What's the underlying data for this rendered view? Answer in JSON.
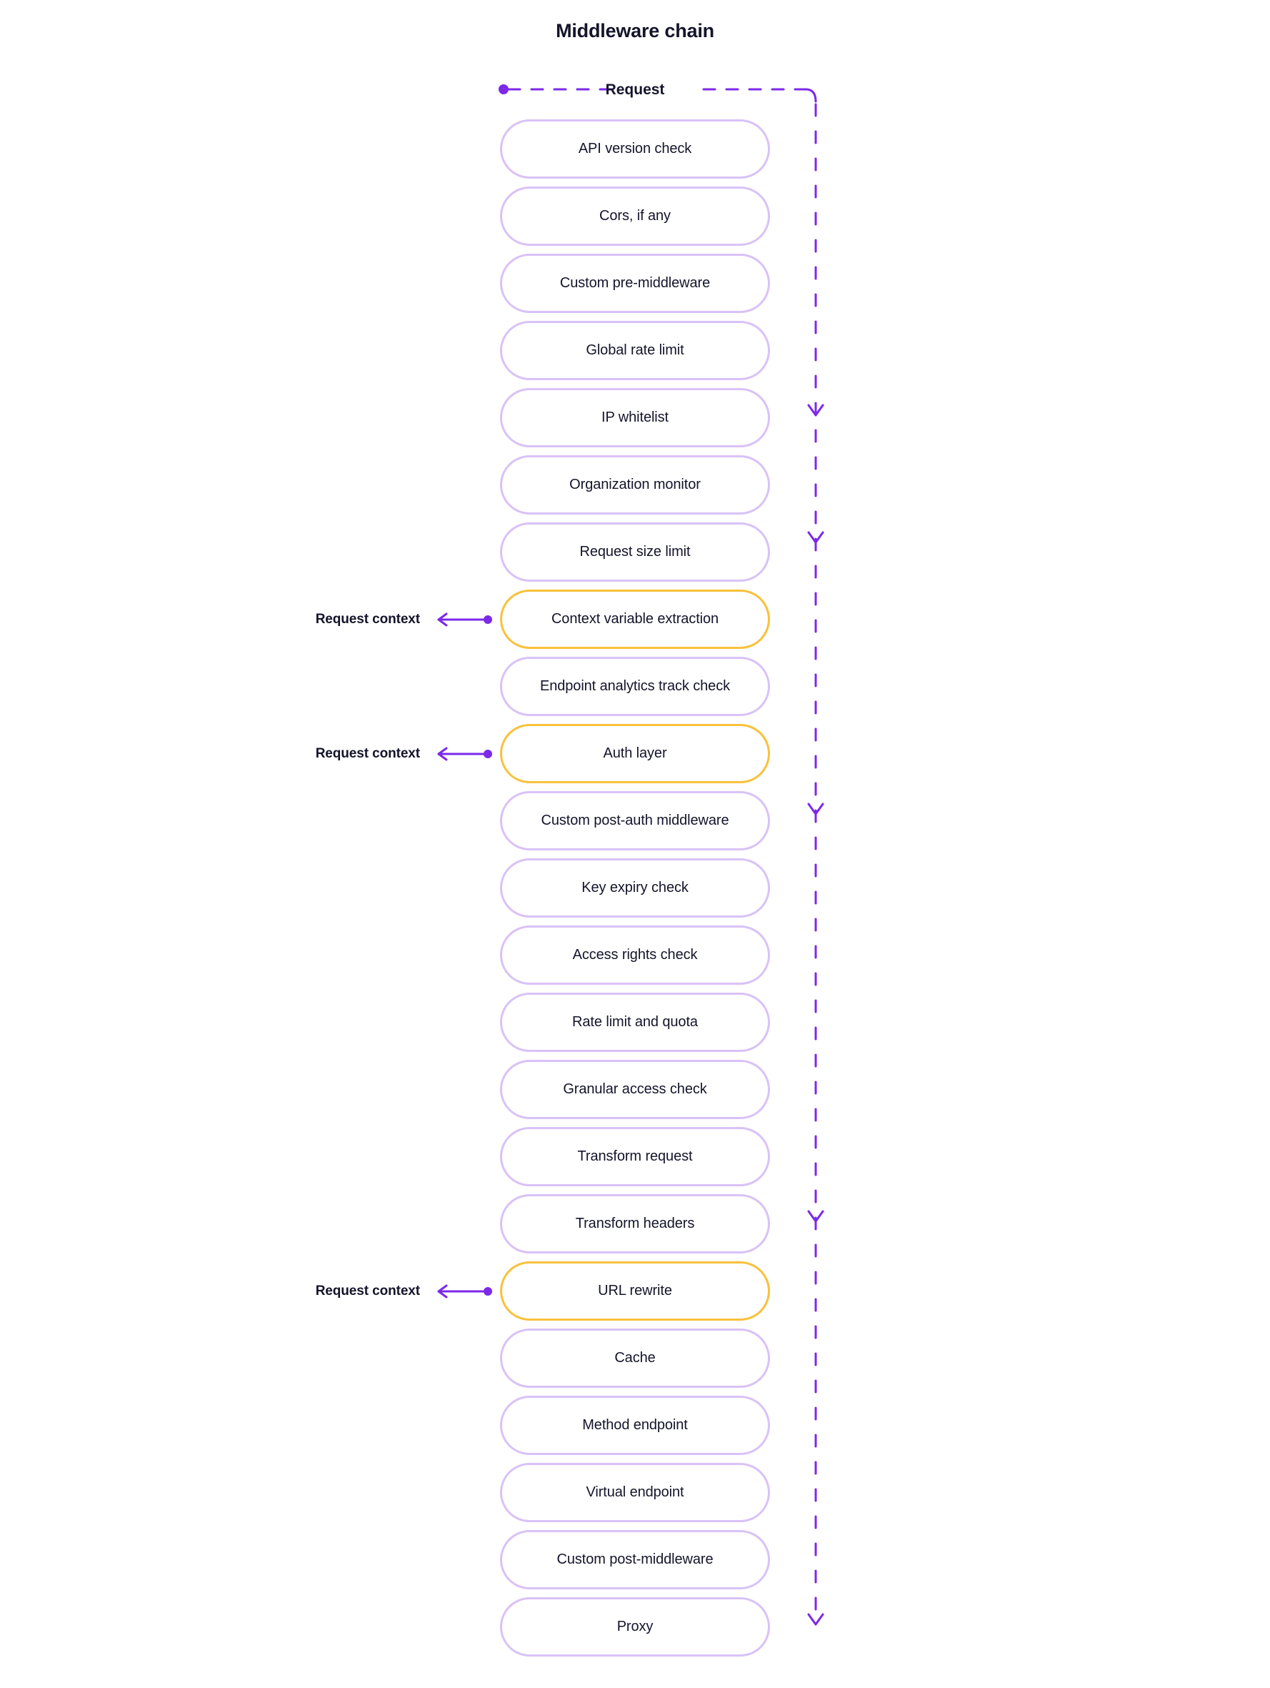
{
  "title": "Middleware chain",
  "colors": {
    "accent_purple": "#7c29e8",
    "pill_border": "#d9c2f7",
    "highlight_border": "#f9c13c",
    "text": "#14142b",
    "background": "#ffffff"
  },
  "flow": {
    "entry_label": "Request",
    "direction": "top-to-bottom"
  },
  "chain": [
    {
      "label": "API version check",
      "highlight": false,
      "context": null
    },
    {
      "label": "Cors, if any",
      "highlight": false,
      "context": null
    },
    {
      "label": "Custom pre-middleware",
      "highlight": false,
      "context": null
    },
    {
      "label": "Global rate limit",
      "highlight": false,
      "context": null
    },
    {
      "label": "IP whitelist",
      "highlight": false,
      "context": null
    },
    {
      "label": "Organization monitor",
      "highlight": false,
      "context": null
    },
    {
      "label": "Request size limit",
      "highlight": false,
      "context": null
    },
    {
      "label": "Context variable extraction",
      "highlight": true,
      "context": "Request context"
    },
    {
      "label": "Endpoint analytics track check",
      "highlight": false,
      "context": null
    },
    {
      "label": "Auth layer",
      "highlight": true,
      "context": "Request context"
    },
    {
      "label": "Custom post-auth middleware",
      "highlight": false,
      "context": null
    },
    {
      "label": "Key expiry check",
      "highlight": false,
      "context": null
    },
    {
      "label": "Access rights check",
      "highlight": false,
      "context": null
    },
    {
      "label": "Rate limit and quota",
      "highlight": false,
      "context": null
    },
    {
      "label": "Granular access check",
      "highlight": false,
      "context": null
    },
    {
      "label": "Transform request",
      "highlight": false,
      "context": null
    },
    {
      "label": "Transform headers",
      "highlight": false,
      "context": null
    },
    {
      "label": "URL rewrite",
      "highlight": true,
      "context": "Request context"
    },
    {
      "label": "Cache",
      "highlight": false,
      "context": null
    },
    {
      "label": "Method endpoint",
      "highlight": false,
      "context": null
    },
    {
      "label": "Virtual endpoint",
      "highlight": false,
      "context": null
    },
    {
      "label": "Custom post-middleware",
      "highlight": false,
      "context": null
    },
    {
      "label": "Proxy",
      "highlight": false,
      "context": null
    }
  ],
  "icons": {
    "origin_dot": "origin-dot-icon",
    "arrow_left": "arrow-left-icon",
    "arrow_down": "arrow-down-icon",
    "dashed_connector": "dashed-connector-icon"
  }
}
